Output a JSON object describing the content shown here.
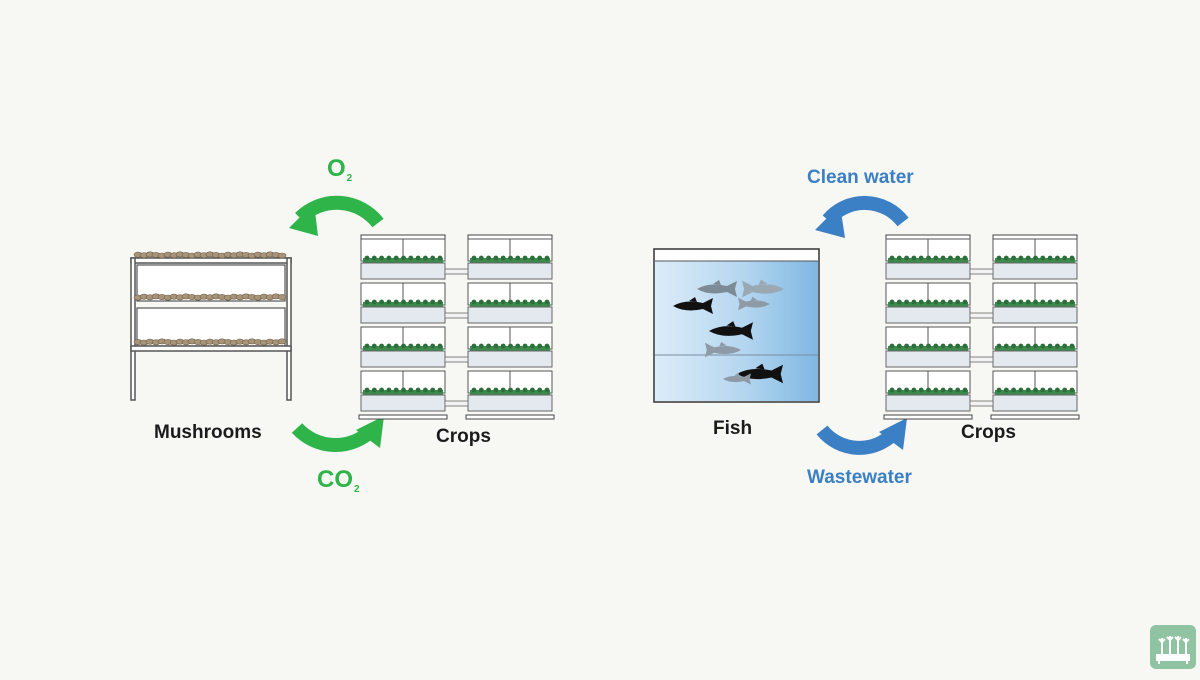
{
  "labels": {
    "mushrooms": "Mushrooms",
    "crops_left": "Crops",
    "fish": "Fish",
    "crops_right": "Crops",
    "o2_main": "O",
    "o2_sub": "2",
    "co2_main": "CO",
    "co2_sub": "2",
    "clean_water": "Clean water",
    "wastewater": "Wastewater"
  },
  "colors": {
    "background": "#f7f7f3",
    "green_arrow": "#2fb44a",
    "blue_arrow": "#3b7fc4",
    "text": "#1b1b1b"
  },
  "icons": {
    "badge": "vertical-farm-logo-icon"
  }
}
